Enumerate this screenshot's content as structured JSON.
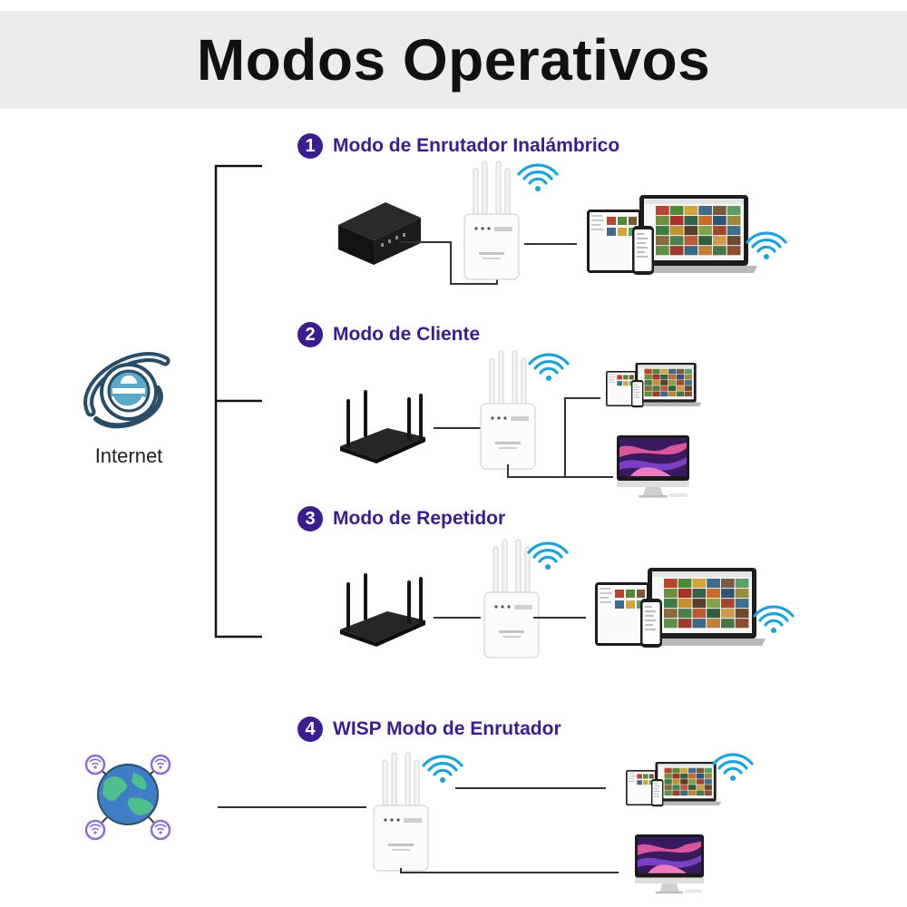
{
  "header": {
    "title": "Modos Operativos"
  },
  "modes": [
    {
      "number": "1",
      "label": "Modo de Enrutador Inalámbrico"
    },
    {
      "number": "2",
      "label": "Modo de Cliente"
    },
    {
      "number": "3",
      "label": "Modo de Repetidor"
    },
    {
      "number": "4",
      "label": "WISP Modo de Enrutador"
    }
  ],
  "internet": {
    "label": "Internet",
    "icon": "internet-explorer-icon"
  },
  "colors": {
    "accent": "#3a1d8f",
    "wifi": "#1aa3dc",
    "banner": "#ececec"
  }
}
